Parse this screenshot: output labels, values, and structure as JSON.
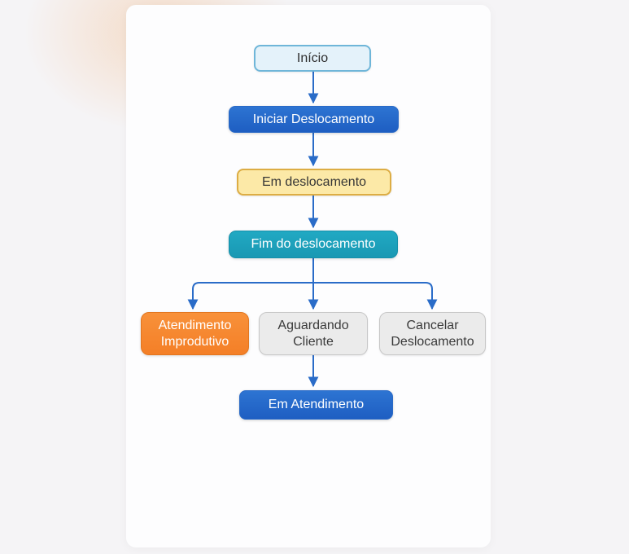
{
  "diagram": {
    "type": "flowchart",
    "nodes": [
      {
        "id": "inicio",
        "label": "Início",
        "role": "start"
      },
      {
        "id": "iniciar-deslocamento",
        "label": "Iniciar Deslocamento",
        "role": "primary-action"
      },
      {
        "id": "em-deslocamento",
        "label": "Em deslocamento",
        "role": "state"
      },
      {
        "id": "fim-do-deslocamento",
        "label": "Fim do deslocamento",
        "role": "milestone"
      },
      {
        "id": "atendimento-improdutivo",
        "label": "Atendimento Improdutivo",
        "role": "outcome-warning"
      },
      {
        "id": "aguardando-cliente",
        "label": "Aguardando Cliente",
        "role": "outcome-neutral"
      },
      {
        "id": "cancelar-deslocamento",
        "label": "Cancelar Deslocamento",
        "role": "outcome-neutral"
      },
      {
        "id": "em-atendimento",
        "label": "Em Atendimento",
        "role": "primary-action"
      }
    ],
    "edges": [
      {
        "from": "inicio",
        "to": "iniciar-deslocamento"
      },
      {
        "from": "iniciar-deslocamento",
        "to": "em-deslocamento"
      },
      {
        "from": "em-deslocamento",
        "to": "fim-do-deslocamento"
      },
      {
        "from": "fim-do-deslocamento",
        "to": "atendimento-improdutivo"
      },
      {
        "from": "fim-do-deslocamento",
        "to": "aguardando-cliente"
      },
      {
        "from": "fim-do-deslocamento",
        "to": "cancelar-deslocamento"
      },
      {
        "from": "aguardando-cliente",
        "to": "em-atendimento"
      }
    ],
    "colors": {
      "connector": "#2a6cc8",
      "start_fill": "#e4f2fa",
      "start_border": "#6fb6d9",
      "primary_fill": "#2063c6",
      "state_fill": "#fce9a7",
      "state_border": "#ddad44",
      "milestone_fill": "#1da2bd",
      "warning_fill": "#f6872e",
      "neutral_fill": "#ebebeb",
      "neutral_border": "#c7c7c7"
    }
  }
}
